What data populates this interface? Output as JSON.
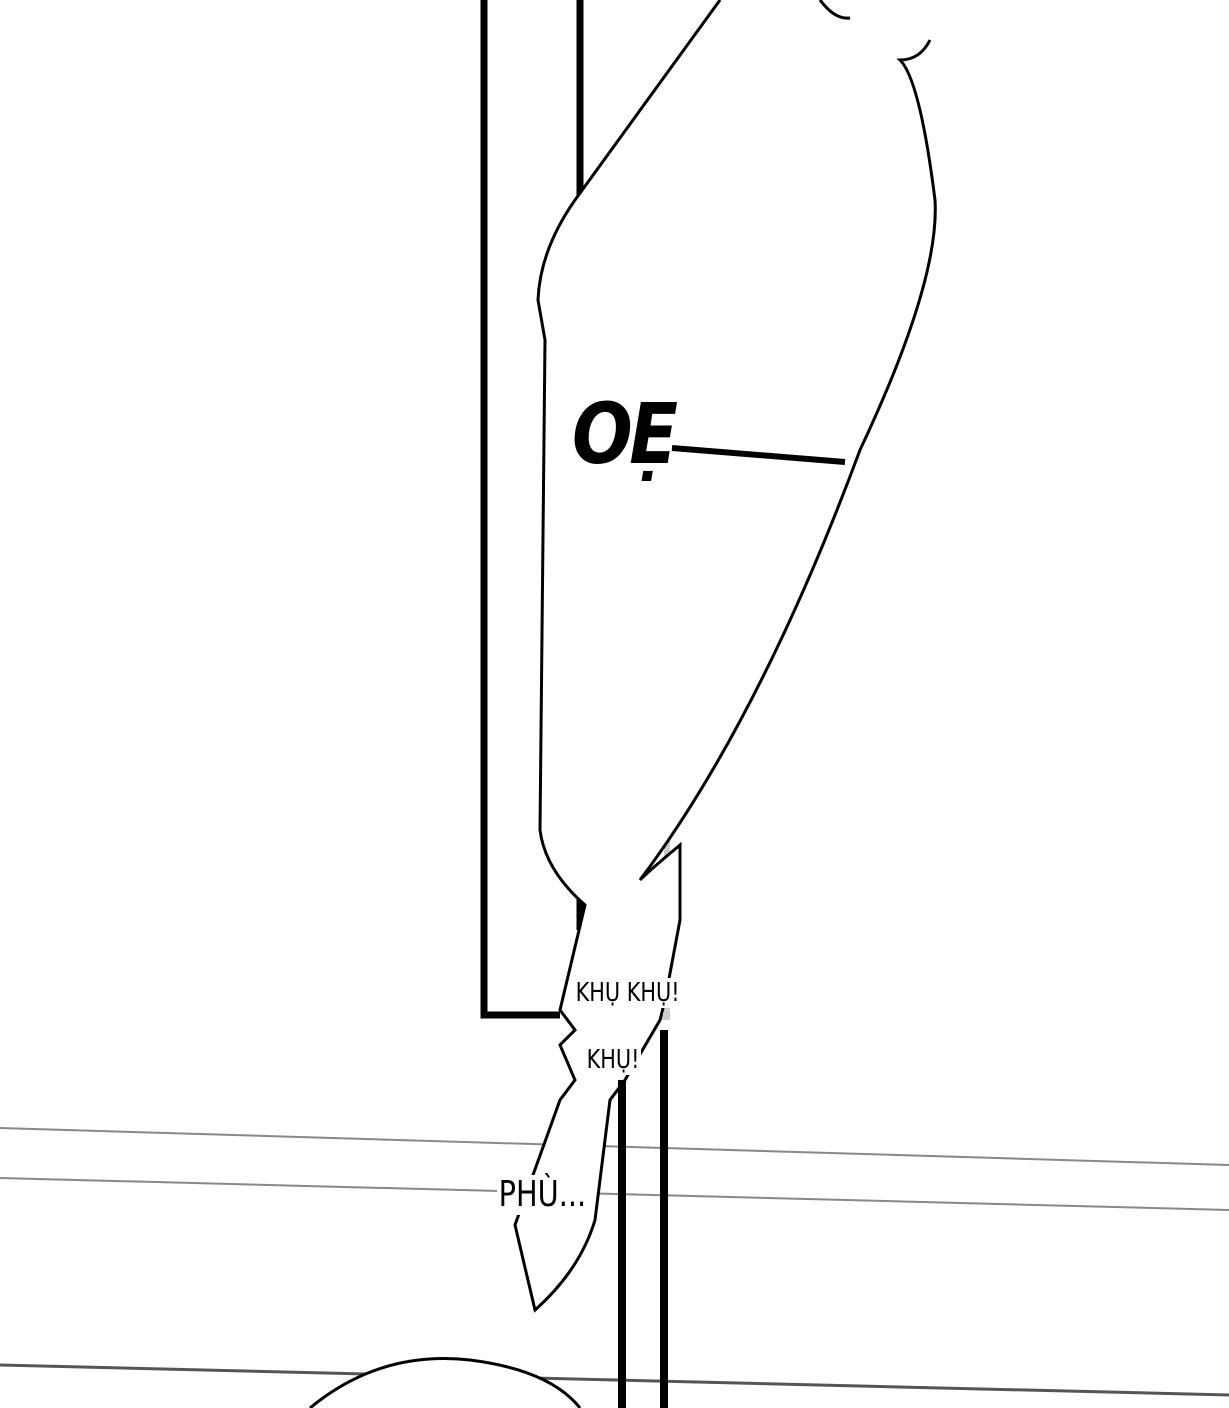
{
  "panel": {
    "sfx_retch": "OẸ",
    "sfx_cough_double": "KHỤ KHỤ!",
    "sfx_cough_single": "KHỤ!",
    "sfx_sigh": "PHÙ..."
  }
}
